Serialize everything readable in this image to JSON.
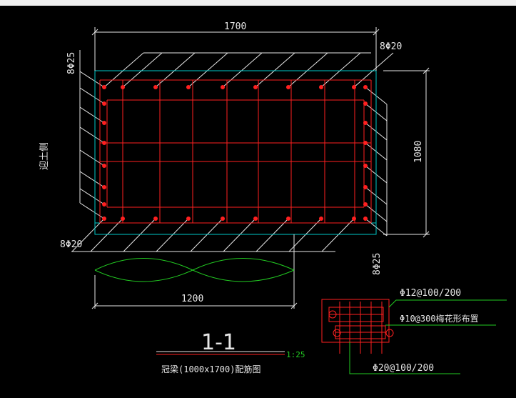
{
  "window": {
    "topbar": ""
  },
  "drawing": {
    "dim_top": "1700",
    "dim_bottom": "1200",
    "dim_right": "1080",
    "label_top_right": "8Φ20",
    "label_top_left": "8Φ25",
    "label_bottom_left": "8Φ20",
    "label_bottom_right": "8Φ25",
    "label_side": "迎土侧",
    "section_mark": "1-1",
    "scale": "1:25",
    "caption": "冠梁(1000x1700)配筋图",
    "callout_1": "Φ12@100/200",
    "callout_2": "Φ10@300梅花形布置",
    "callout_3": "Φ20@100/200"
  },
  "colors": {
    "background": "#000000",
    "rebar": "#ff2020",
    "outline": "#00c8c8",
    "dimension": "#e6e6e6",
    "leader": "#e6e6e6",
    "green": "#22cc22",
    "callout_line": "#22cc22"
  }
}
